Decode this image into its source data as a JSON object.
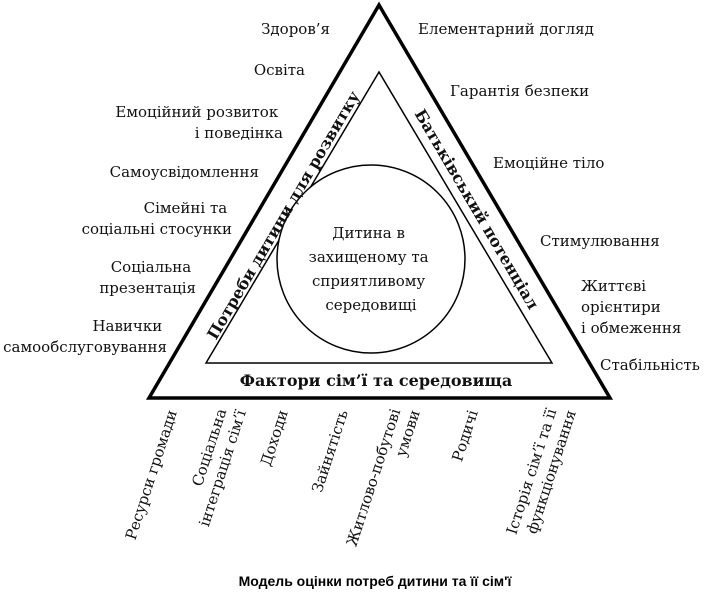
{
  "center": {
    "lines": [
      "Дитина в",
      "захищеному та",
      "сприятливому",
      "середовищі"
    ]
  },
  "sides": {
    "left": "Потреби дитини для розвитку",
    "right": "Батьківський потенціал",
    "bottom": "Фактори сім’ї та середовища"
  },
  "left_items": [
    [
      "Здоров’я"
    ],
    [
      "Освіта"
    ],
    [
      "Емоційний розвиток",
      "і поведінка"
    ],
    [
      "Самоусвідомлення"
    ],
    [
      "Сімейні та",
      "соціальні стосунки"
    ],
    [
      "Соціальна",
      "презентація"
    ],
    [
      "Навички",
      "самообслуговування"
    ]
  ],
  "right_items": [
    [
      "Елементарний догляд"
    ],
    [
      "Гарантія безпеки"
    ],
    [
      "Емоційне тіло"
    ],
    [
      "Стимулювання"
    ],
    [
      "Життєві",
      "орієнтири",
      "і обмеження"
    ],
    [
      "Стабільність"
    ]
  ],
  "bottom_items": [
    [
      "Ресурси громади"
    ],
    [
      "Соціальна",
      "інтеграція сім’ї"
    ],
    [
      "Доходи"
    ],
    [
      "Зайнятість"
    ],
    [
      "Житлово-побутові",
      "умови"
    ],
    [
      "Родичі"
    ],
    [
      "Історія сім’ї та її",
      "функціонування"
    ]
  ],
  "caption": "Модель оцінки потреб дитини та її сім'ї"
}
